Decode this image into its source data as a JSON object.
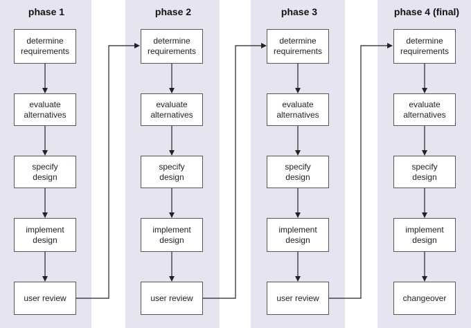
{
  "diagram": {
    "phases": [
      {
        "title": "phase 1",
        "steps": [
          "determine\nrequirements",
          "evaluate\nalternatives",
          "specify\ndesign",
          "implement\ndesign",
          "user review"
        ]
      },
      {
        "title": "phase 2",
        "steps": [
          "determine\nrequirements",
          "evaluate\nalternatives",
          "specify\ndesign",
          "implement\ndesign",
          "user review"
        ]
      },
      {
        "title": "phase 3",
        "steps": [
          "determine\nrequirements",
          "evaluate\nalternatives",
          "specify\ndesign",
          "implement\ndesign",
          "user review"
        ]
      },
      {
        "title": "phase 4 (final)",
        "steps": [
          "determine\nrequirements",
          "evaluate\nalternatives",
          "specify\ndesign",
          "implement\ndesign",
          "changeover"
        ]
      }
    ],
    "colors": {
      "band": "#e6e4f0",
      "box_border": "#555555",
      "arrow": "#222222"
    }
  }
}
